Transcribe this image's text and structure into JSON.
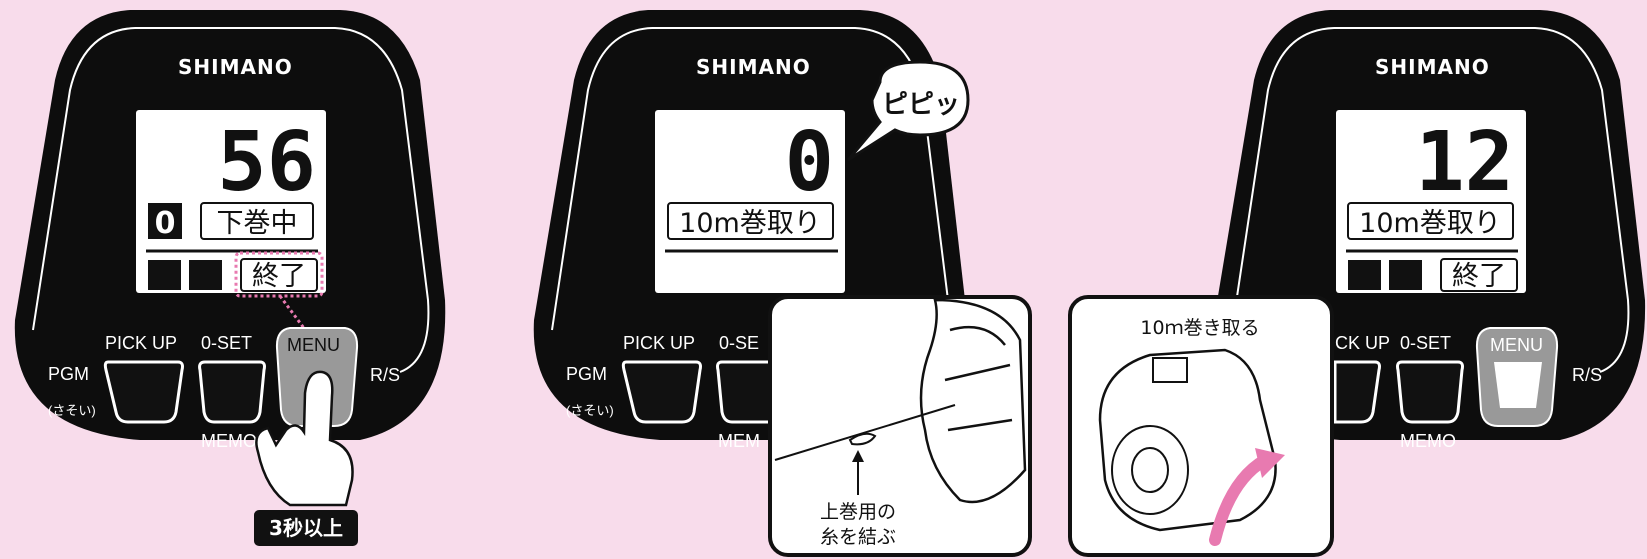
{
  "brand": "SHIMANO",
  "buttons": {
    "pgm": "PGM",
    "pgm_sub": "(さそい)",
    "pick_up": "PICK UP",
    "zero_set": "0-SET",
    "memo": "MEMO",
    "menu": "MENU",
    "rs": "R/S",
    "pick_up_partial": "ICK UP",
    "zero_set_partial": "0-SE",
    "memo_partial": "MEM"
  },
  "panel1": {
    "depth": "56",
    "mode_indicator": "0",
    "status": "下巻中",
    "finish": "終了",
    "press_duration": "3秒以上"
  },
  "panel2": {
    "depth": "0",
    "mode": "10m巻取り",
    "beep": "ピピッ",
    "inset_caption_line1": "上巻用の",
    "inset_caption_line2": "糸を結ぶ"
  },
  "panel3": {
    "depth": "12",
    "mode": "10m巻取り",
    "finish": "終了",
    "inset_title": "10ｍ巻き取る"
  }
}
